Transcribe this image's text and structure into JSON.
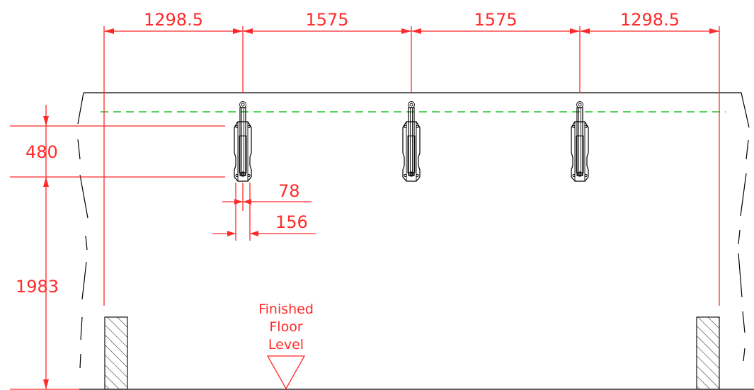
{
  "dimensions": {
    "horizontal": [
      "1298.5",
      "1575",
      "1575",
      "1298.5"
    ],
    "vertical_480": "480",
    "vertical_1983": "1983",
    "width_78": "78",
    "width_156": "156"
  },
  "floor_label": {
    "line1": "Finished",
    "line2": "Floor",
    "line3": "Level"
  },
  "colors": {
    "dimension": "#ff2a2a",
    "outline": "#000000",
    "dashed_line": "#22c42b"
  }
}
